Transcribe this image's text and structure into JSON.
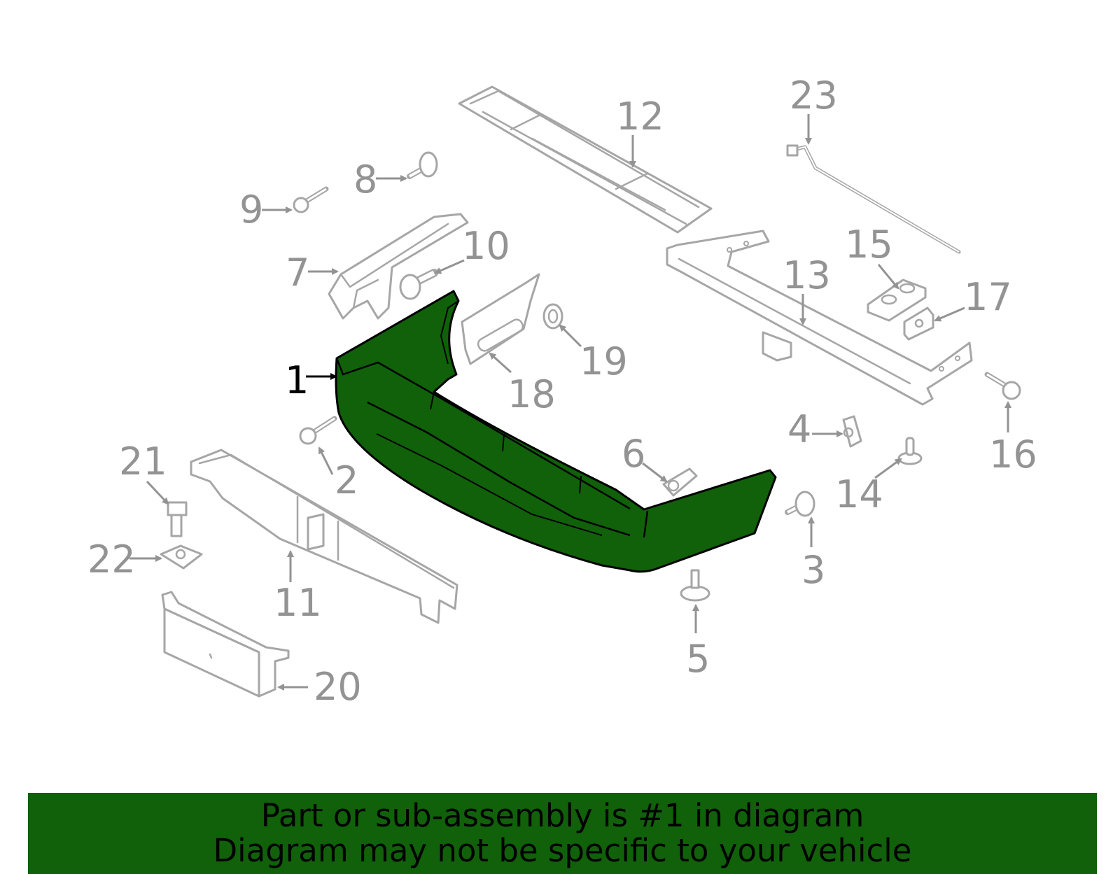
{
  "diagram": {
    "highlight_color": "#10610a",
    "callouts": [
      {
        "id": "1",
        "label": "1",
        "highlighted": true
      },
      {
        "id": "2",
        "label": "2"
      },
      {
        "id": "3",
        "label": "3"
      },
      {
        "id": "4",
        "label": "4"
      },
      {
        "id": "5",
        "label": "5"
      },
      {
        "id": "6",
        "label": "6"
      },
      {
        "id": "7",
        "label": "7"
      },
      {
        "id": "8",
        "label": "8"
      },
      {
        "id": "9",
        "label": "9"
      },
      {
        "id": "10",
        "label": "10"
      },
      {
        "id": "11",
        "label": "11"
      },
      {
        "id": "12",
        "label": "12"
      },
      {
        "id": "13",
        "label": "13"
      },
      {
        "id": "14",
        "label": "14"
      },
      {
        "id": "15",
        "label": "15"
      },
      {
        "id": "16",
        "label": "16"
      },
      {
        "id": "17",
        "label": "17"
      },
      {
        "id": "18",
        "label": "18"
      },
      {
        "id": "19",
        "label": "19"
      },
      {
        "id": "20",
        "label": "20"
      },
      {
        "id": "21",
        "label": "21"
      },
      {
        "id": "22",
        "label": "22"
      },
      {
        "id": "23",
        "label": "23"
      }
    ]
  },
  "banner": {
    "line1": "Part or sub-assembly is #1 in diagram",
    "line2": "Diagram may not be specific to your vehicle",
    "background": "#10610a"
  }
}
